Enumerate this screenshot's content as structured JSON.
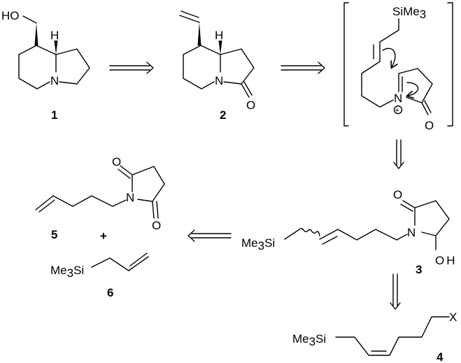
{
  "title": "Retrosynthetic analysis",
  "compounds": {
    "c1": {
      "label": "1",
      "ho": "HO",
      "h": "H",
      "n": "N"
    },
    "c2": {
      "label": "2",
      "h": "H",
      "n": "N",
      "o": "O"
    },
    "intermediate": {
      "si": "SiMe",
      "si_sub": "3",
      "n": "N",
      "charge": "+",
      "o": "O"
    },
    "c3": {
      "label": "3",
      "si": "Me",
      "si_sub": "3",
      "si_end": "Si",
      "n": "N",
      "o": "O",
      "oh": "OH"
    },
    "c4": {
      "label": "4",
      "si": "Me",
      "si_sub": "3",
      "si_end": "Si",
      "x": "X"
    },
    "c5": {
      "label": "5",
      "n": "N",
      "o1": "O",
      "o2": "O"
    },
    "c6": {
      "label": "6",
      "si": "Me",
      "si_sub": "3",
      "si_end": "Si"
    },
    "plus": "+"
  },
  "arrows": [
    "retro-1-to-2",
    "retro-2-to-iminium",
    "retro-iminium-to-3",
    "retro-3-to-5-6",
    "retro-3-to-4"
  ]
}
